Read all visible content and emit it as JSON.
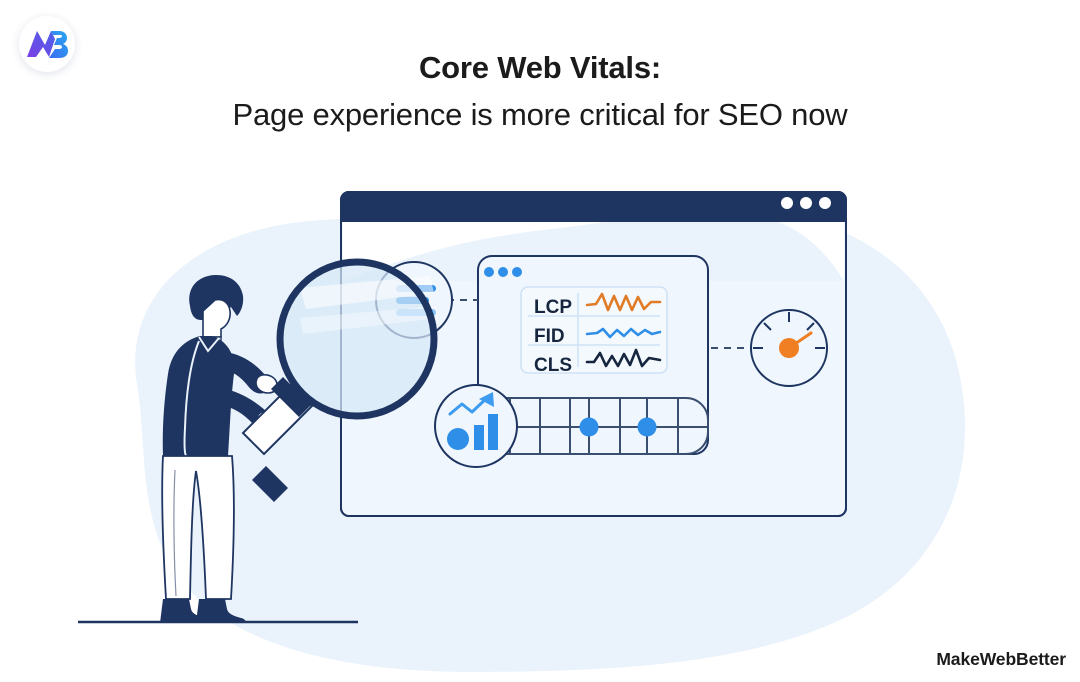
{
  "page": {
    "background_color": "#ffffff",
    "blob_color": "#eaf3fc",
    "navy": "#1e3561",
    "dark_navy": "#16263f",
    "accent_blue": "#2f8fe8",
    "accent_orange": "#f07e22",
    "panel_fill": "#eff6fd"
  },
  "logo": {
    "name": "makewebbetter-logo",
    "alt": "MakeWebBetter monogram",
    "colors": {
      "purple": "#7b3fe4",
      "violet": "#5b4ae0",
      "blue": "#2f7ff0",
      "cyan": "#2aa8f2"
    }
  },
  "heading": {
    "line1": "Core Web Vitals:",
    "line2": "Page experience is more critical for SEO now"
  },
  "brand": {
    "footer_text": "MakeWebBetter"
  },
  "illustration": {
    "name": "core-web-vitals-illustration",
    "browser_window": {
      "titlebar_color": "#1e3561",
      "titlebar_dots": 3,
      "body_fill": "#eff6fd"
    },
    "inner_window": {
      "dots": 3,
      "dot_color": "#2f8fe8"
    },
    "metrics_panel": {
      "rows": [
        {
          "label": "LCP",
          "waveform_color": "#e07b26",
          "waveform": "sharp-spiky"
        },
        {
          "label": "FID",
          "waveform_color": "#2f8fe8",
          "waveform": "low-amplitude-wave"
        },
        {
          "label": "CLS",
          "waveform_color": "#16263f",
          "waveform": "mixed-amplitude-wave"
        }
      ]
    },
    "grid_table": {
      "columns": 7,
      "rows": 2,
      "marker_color": "#2f8fe8",
      "marker_count": 2
    },
    "icons": [
      {
        "name": "text-lines-icon",
        "description": "circle with blue horizontal bars",
        "color": "#2f8fe8"
      },
      {
        "name": "growth-chart-icon",
        "description": "bar chart with rising arrow",
        "color": "#2f8fe8"
      },
      {
        "name": "speedometer-icon",
        "description": "gauge dial with orange needle",
        "needle_color": "#f07e22"
      }
    ],
    "character": {
      "name": "person-with-magnifying-glass",
      "clothing_color": "#1e3561",
      "pants_color": "#ffffff",
      "lens_color": "#d6e7f7"
    },
    "connectors": {
      "style": "dashed",
      "color": "#3a4f70",
      "count": 2
    }
  }
}
